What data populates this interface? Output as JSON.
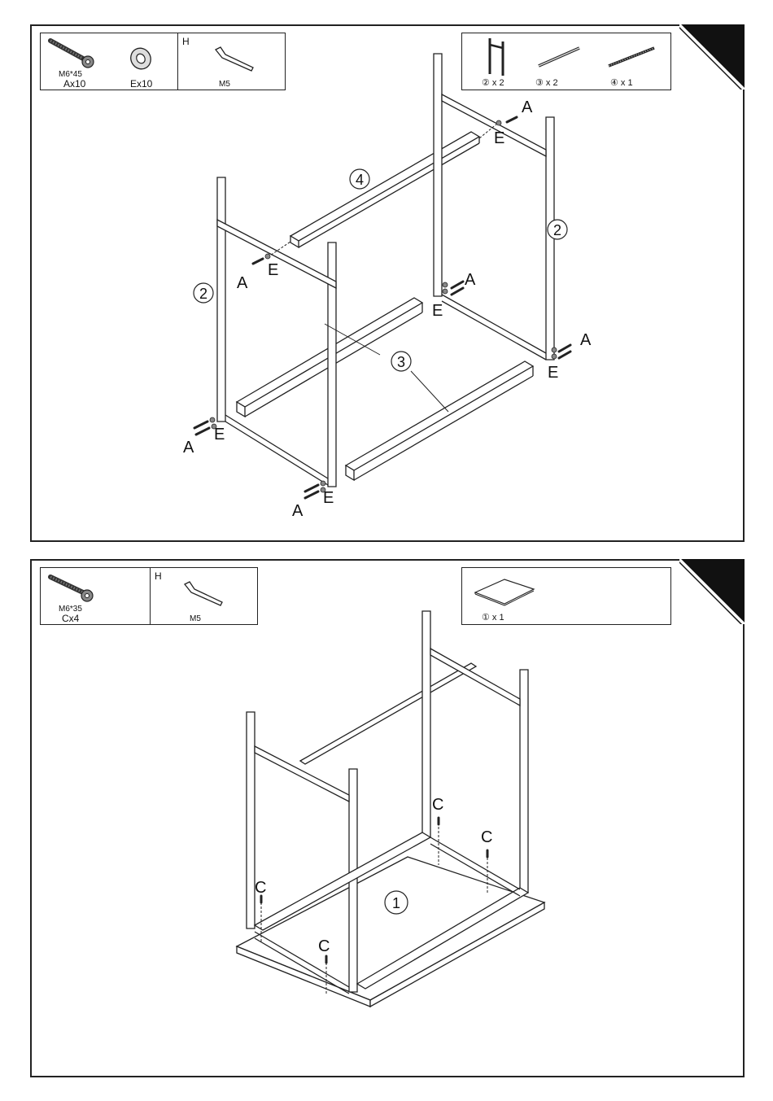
{
  "step1": {
    "hardware": {
      "screw_spec": "M6*45",
      "screw_qty": "Ax10",
      "washer_qty": "Ex10",
      "tool_letter": "H",
      "tool_size": "M5"
    },
    "parts": {
      "part2": "② x 2",
      "part3": "③ x 2",
      "part4": "④ x 1"
    },
    "callouts": {
      "screw": "A",
      "washer": "E",
      "side_frame": "2",
      "bottom_rail": "3",
      "top_rail": "4"
    }
  },
  "step2": {
    "hardware": {
      "screw_spec": "M6*35",
      "screw_qty": "Cx4",
      "tool_letter": "H",
      "tool_size": "M5"
    },
    "parts": {
      "part1": "① x 1"
    },
    "callouts": {
      "screw": "C",
      "panel": "1"
    }
  }
}
